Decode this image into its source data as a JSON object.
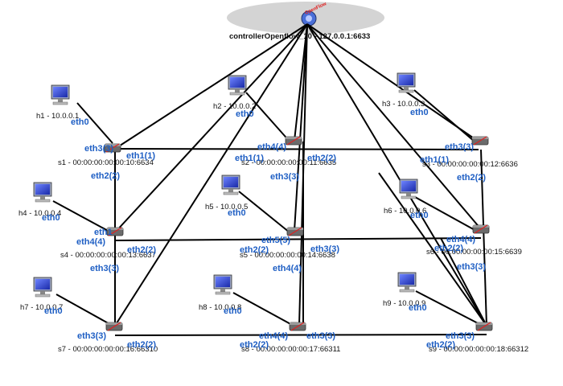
{
  "controller": {
    "label": "controllerOpenflow_10 - 127.0.0.1:6633",
    "icon": "openflow-controller-icon",
    "badge_text": "OpenFlow",
    "badge_color": "#e02020",
    "ellipse_color": "#d4d4d4"
  },
  "switches": [
    {
      "id": "s1",
      "label": "s1 - 00:00:00:00:00:10:6634"
    },
    {
      "id": "s2",
      "label": "s2 - 00:00:00:00:00:11:6635"
    },
    {
      "id": "s3",
      "label": "s3 - 00:00:00:00:00:12:6636"
    },
    {
      "id": "s4",
      "label": "s4 - 00:00:00:00:00:13:6637"
    },
    {
      "id": "s5",
      "label": "s5 - 00:00:00:00:00:14:6638"
    },
    {
      "id": "s6",
      "label": "s6 - 00:00:00:00:00:15:6639"
    },
    {
      "id": "s7",
      "label": "s7 - 00:00:00:00:00:16:66310"
    },
    {
      "id": "s8",
      "label": "s8 - 00:00:00:00:00:17:66311"
    },
    {
      "id": "s9",
      "label": "s9 - 00:00:00:00:00:18:66312"
    }
  ],
  "hosts": [
    {
      "id": "h1",
      "label": "h1 - 10.0.0.1"
    },
    {
      "id": "h2",
      "label": "h2 - 10.0.0.2"
    },
    {
      "id": "h3",
      "label": "h3 - 10.0.0.3"
    },
    {
      "id": "h4",
      "label": "h4 - 10.0.0.4"
    },
    {
      "id": "h5",
      "label": "h5 - 10.0.0.5"
    },
    {
      "id": "h6",
      "label": "h6 - 10.0.0.6"
    },
    {
      "id": "h7",
      "label": "h7 - 10.0.0.7"
    },
    {
      "id": "h8",
      "label": "h8 - 10.0.0.8"
    },
    {
      "id": "h9",
      "label": "h9 - 10.0.0.9"
    }
  ],
  "interfaces": [
    {
      "text": "eth0"
    },
    {
      "text": "eth0"
    },
    {
      "text": "eth0"
    },
    {
      "text": "eth0"
    },
    {
      "text": "eth0"
    },
    {
      "text": "eth0"
    },
    {
      "text": "eth0"
    },
    {
      "text": "eth0"
    },
    {
      "text": "eth0"
    },
    {
      "text": "eth3(3)"
    },
    {
      "text": "eth1(1)"
    },
    {
      "text": "eth2(2)"
    },
    {
      "text": "eth4(4)"
    },
    {
      "text": "eth1(1)"
    },
    {
      "text": "eth2(2)"
    },
    {
      "text": "eth3(3)"
    },
    {
      "text": "eth3(3)"
    },
    {
      "text": "eth1(1)"
    },
    {
      "text": "eth2(2)"
    },
    {
      "text": "eth1"
    },
    {
      "text": "eth4(4)"
    },
    {
      "text": "eth2(2)"
    },
    {
      "text": "eth3(3)"
    },
    {
      "text": "eth2(2)"
    },
    {
      "text": "eth5(5)"
    },
    {
      "text": "eth3(3)"
    },
    {
      "text": "eth4(4)"
    },
    {
      "text": "eth4(4)"
    },
    {
      "text": "eth2(2)"
    },
    {
      "text": "eth3(3)"
    },
    {
      "text": "eth3(3)"
    },
    {
      "text": "eth2(2)"
    },
    {
      "text": "eth4(4)"
    },
    {
      "text": "eth2(2)"
    },
    {
      "text": "eth3(3)"
    },
    {
      "text": "eth3(3)"
    },
    {
      "text": "eth2(2)"
    }
  ],
  "colors": {
    "link": "#000000",
    "interface_label": "#1f5fc4",
    "switch_body": "#6b6b6b",
    "monitor_screen": "#2b3fd6"
  }
}
